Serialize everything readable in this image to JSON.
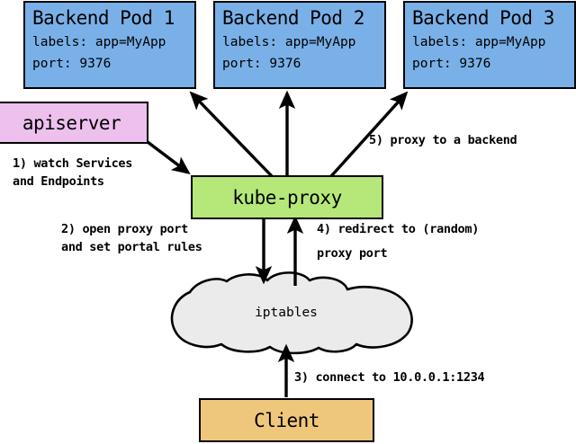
{
  "diagram": {
    "title": "kube-proxy service proxying flow",
    "colors": {
      "pod_fill": "#7ab0e8",
      "apiserver_fill": "#eec0ee",
      "kubeproxy_fill": "#b5e878",
      "client_fill": "#efc77c",
      "cloud_fill": "#ebebeb",
      "stroke": "#000000"
    },
    "pods": [
      {
        "title": "Backend Pod 1",
        "labels_line": "labels: app=MyApp",
        "port_line": "port: 9376"
      },
      {
        "title": "Backend Pod 2",
        "labels_line": "labels: app=MyApp",
        "port_line": "port: 9376"
      },
      {
        "title": "Backend Pod 3",
        "labels_line": "labels: app=MyApp",
        "port_line": "port: 9376"
      }
    ],
    "apiserver": {
      "label": "apiserver"
    },
    "kubeproxy": {
      "label": "kube-proxy"
    },
    "iptables": {
      "label": "iptables"
    },
    "client": {
      "label": "Client"
    },
    "steps": [
      {
        "id": 1,
        "line1": "1) watch Services",
        "line2": "and Endpoints"
      },
      {
        "id": 2,
        "line1": "2) open proxy port",
        "line2": "and set portal rules"
      },
      {
        "id": 3,
        "line1": "3) connect to 10.0.0.1:1234",
        "line2": ""
      },
      {
        "id": 4,
        "line1": "4) redirect to (random)",
        "line2": "proxy port"
      },
      {
        "id": 5,
        "line1": "5) proxy to a backend",
        "line2": ""
      }
    ]
  }
}
